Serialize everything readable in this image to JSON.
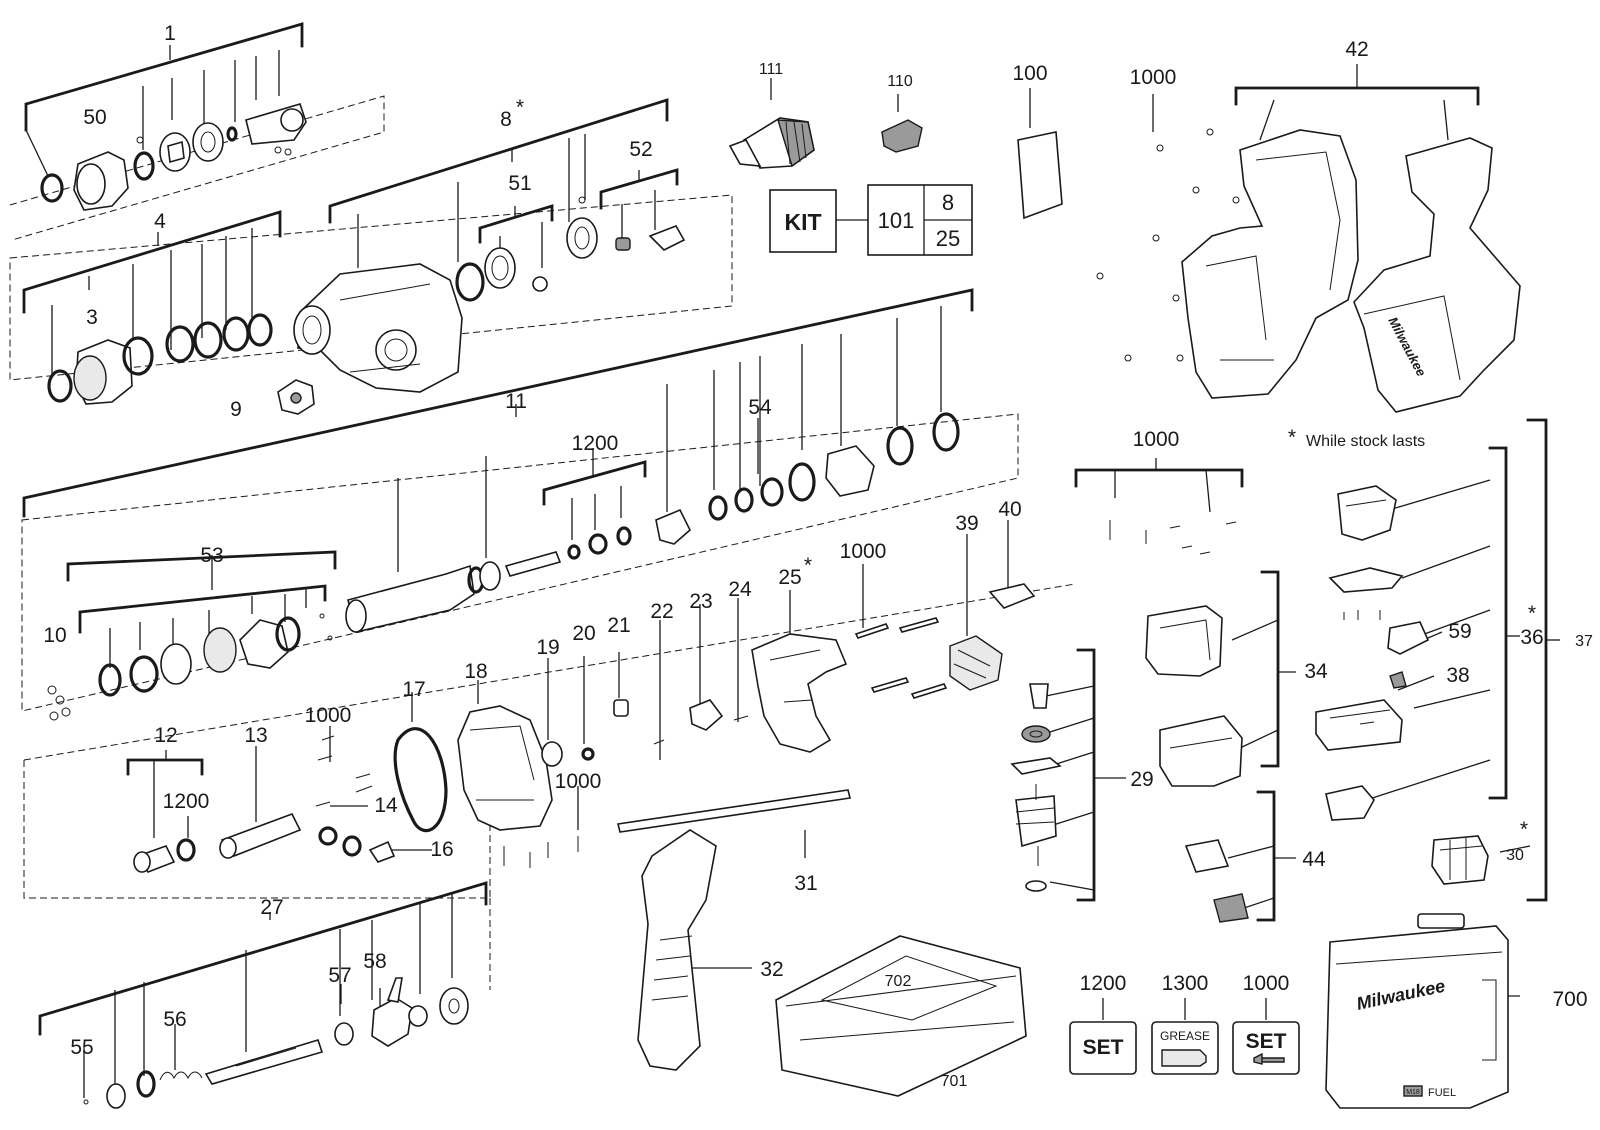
{
  "callouts": [
    {
      "id": "c1",
      "text": "1"
    },
    {
      "id": "c50",
      "text": "50"
    },
    {
      "id": "c8",
      "text": "8"
    },
    {
      "id": "c51",
      "text": "51"
    },
    {
      "id": "c52",
      "text": "52"
    },
    {
      "id": "c4",
      "text": "4"
    },
    {
      "id": "c3",
      "text": "3"
    },
    {
      "id": "c9",
      "text": "9"
    },
    {
      "id": "c11",
      "text": "11"
    },
    {
      "id": "c1200a",
      "text": "1200"
    },
    {
      "id": "c54",
      "text": "54"
    },
    {
      "id": "c53",
      "text": "53"
    },
    {
      "id": "c10",
      "text": "10"
    },
    {
      "id": "c12",
      "text": "12"
    },
    {
      "id": "c1200b",
      "text": "1200"
    },
    {
      "id": "c13",
      "text": "13"
    },
    {
      "id": "c1000a",
      "text": "1000"
    },
    {
      "id": "c17",
      "text": "17"
    },
    {
      "id": "c18",
      "text": "18"
    },
    {
      "id": "c14",
      "text": "14"
    },
    {
      "id": "c16",
      "text": "16"
    },
    {
      "id": "c19",
      "text": "19"
    },
    {
      "id": "c20",
      "text": "20"
    },
    {
      "id": "c1000b",
      "text": "1000"
    },
    {
      "id": "c21",
      "text": "21"
    },
    {
      "id": "c22",
      "text": "22"
    },
    {
      "id": "c23",
      "text": "23"
    },
    {
      "id": "c24",
      "text": "24"
    },
    {
      "id": "c25",
      "text": "25"
    },
    {
      "id": "c1000c",
      "text": "1000"
    },
    {
      "id": "c39",
      "text": "39"
    },
    {
      "id": "c40",
      "text": "40"
    },
    {
      "id": "c111",
      "text": "111"
    },
    {
      "id": "c110",
      "text": "110"
    },
    {
      "id": "c100",
      "text": "100"
    },
    {
      "id": "c1000d",
      "text": "1000"
    },
    {
      "id": "c42",
      "text": "42"
    },
    {
      "id": "c1000e",
      "text": "1000"
    },
    {
      "id": "c34",
      "text": "34"
    },
    {
      "id": "c29",
      "text": "29"
    },
    {
      "id": "c44",
      "text": "44"
    },
    {
      "id": "c59",
      "text": "59"
    },
    {
      "id": "c38",
      "text": "38"
    },
    {
      "id": "c36",
      "text": "36"
    },
    {
      "id": "c37",
      "text": "37"
    },
    {
      "id": "c30",
      "text": "30"
    },
    {
      "id": "c27",
      "text": "27"
    },
    {
      "id": "c55",
      "text": "55"
    },
    {
      "id": "c56",
      "text": "56"
    },
    {
      "id": "c57",
      "text": "57"
    },
    {
      "id": "c58",
      "text": "58"
    },
    {
      "id": "c31",
      "text": "31"
    },
    {
      "id": "c32",
      "text": "32"
    },
    {
      "id": "c702",
      "text": "702"
    },
    {
      "id": "c701",
      "text": "701"
    },
    {
      "id": "c700",
      "text": "700"
    },
    {
      "id": "c1200c",
      "text": "1200"
    },
    {
      "id": "c1300",
      "text": "1300"
    },
    {
      "id": "c1000f",
      "text": "1000"
    }
  ],
  "asterisk": "*",
  "note": "While stock lasts",
  "kit": {
    "label": "KIT",
    "number": "101",
    "parts": [
      "8",
      "25"
    ]
  },
  "service_boxes": {
    "set": "SET",
    "grease": "GREASE"
  },
  "brand": {
    "name": "Milwaukee",
    "line": "FUEL",
    "badge": "M18"
  }
}
